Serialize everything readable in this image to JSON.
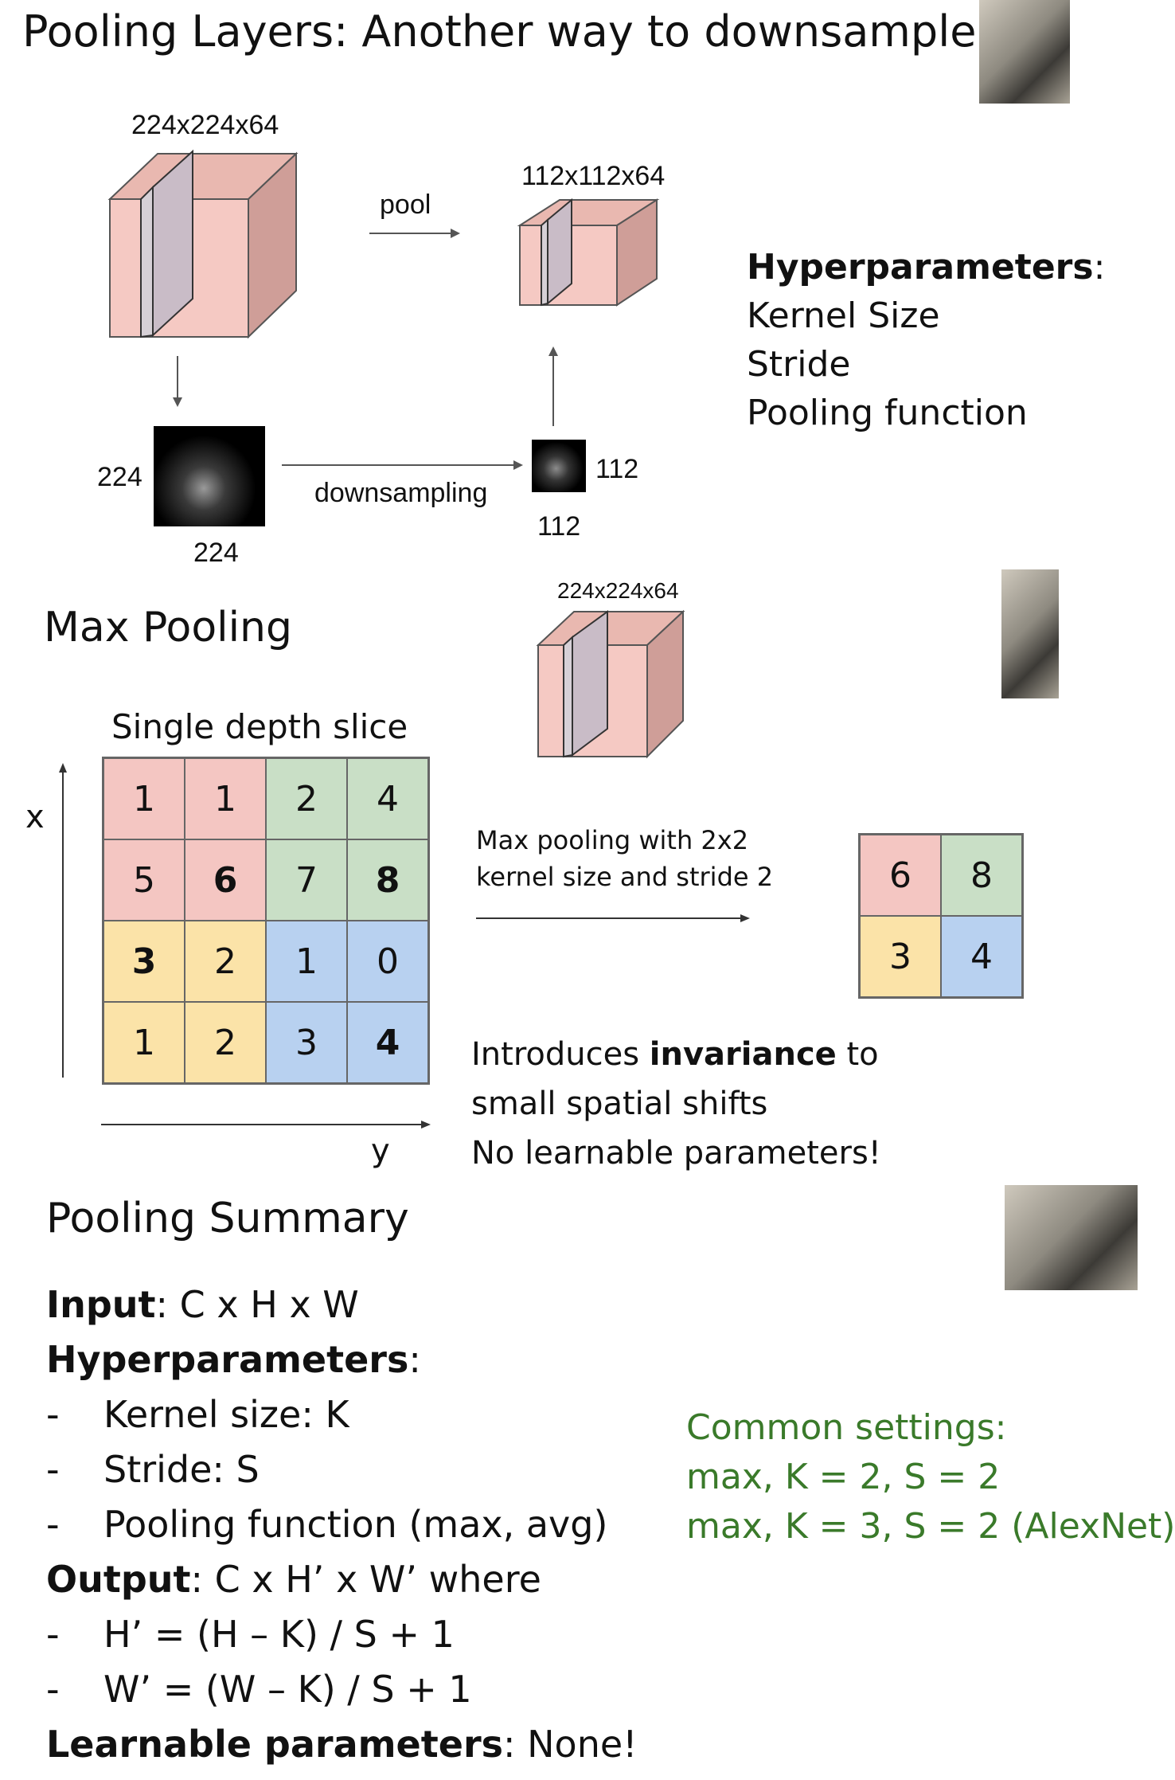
{
  "slide1": {
    "title": "Pooling Layers: Another way to downsample",
    "input_dims": "224x224x64",
    "output_dims": "112x112x64",
    "pool_label": "pool",
    "downsampling_label": "downsampling",
    "in_height": "224",
    "in_width": "224",
    "out_height": "112",
    "out_width": "112",
    "hyperparams_title": "Hyperparameters",
    "hyperparams": [
      "Kernel Size",
      "Stride",
      "Pooling function"
    ]
  },
  "slide2": {
    "title": "Max Pooling",
    "cube_dims": "224x224x64",
    "slice_label": "Single depth slice",
    "x_label": "x",
    "y_label": "y",
    "input_grid": [
      [
        "1",
        "1",
        "2",
        "4"
      ],
      [
        "5",
        "6",
        "7",
        "8"
      ],
      [
        "3",
        "2",
        "1",
        "0"
      ],
      [
        "1",
        "2",
        "3",
        "4"
      ]
    ],
    "output_grid": [
      [
        "6",
        "8"
      ],
      [
        "3",
        "4"
      ]
    ],
    "op_line1": "Max pooling with 2x2",
    "op_line2": "kernel size and stride 2",
    "note_prefix": "Introduces ",
    "note_bold": "invariance",
    "note_suffix": " to",
    "note_line2": "small spatial shifts",
    "note_line3": "No learnable parameters!"
  },
  "slide3": {
    "title": "Pooling Summary",
    "input_label": "Input",
    "input_value": ": C x H x W",
    "hyper_label": "Hyperparameters",
    "hyper_colon": ":",
    "hyper_items": [
      "Kernel size: K",
      "Stride: S",
      "Pooling function (max, avg)"
    ],
    "output_label": "Output",
    "output_value": ": C x H’ x W’ where",
    "output_items": [
      "H’ = (H – K) / S + 1",
      "W’ = (W – K) / S + 1"
    ],
    "learnable_label": "Learnable parameters",
    "learnable_value": ": None!",
    "common_title": "Common settings:",
    "common_items": [
      "max, K = 2, S = 2",
      "max, K = 3, S = 2 (AlexNet)"
    ]
  },
  "colors": {
    "red": "#f4c6c2",
    "green": "#c9dfc6",
    "yellow": "#fbe3a8",
    "blue": "#b8d1f0",
    "common_text": "#3a7a2a"
  }
}
